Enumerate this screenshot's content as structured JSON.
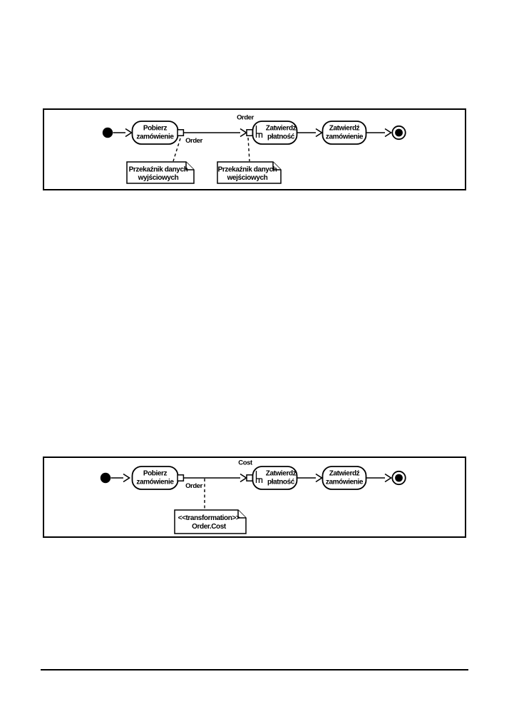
{
  "colors": {
    "ink": "#000000",
    "paper": "#ffffff"
  },
  "icons": {
    "initial_node": "filled-circle",
    "final_node": "bullseye-circle",
    "rake": "sub-activity-rake",
    "note": "dog-eared-note",
    "pin": "small-square-pin"
  },
  "diagram1": {
    "kind": "uml-activity-diagram-with-pins",
    "actions": [
      {
        "line1": "Pobierz",
        "line2": "zamówienie"
      },
      {
        "line1": "Zatwierdź",
        "line2": "płatność"
      },
      {
        "line1": "Zatwierdź",
        "line2": "zamówienie"
      }
    ],
    "output_pin_label": "Order",
    "input_pin_label": "Order",
    "notes": [
      {
        "line1": "Przekaźnik danych",
        "line2": "wyjściowych"
      },
      {
        "line1": "Przekaźnik danych",
        "line2": "wejściowych"
      }
    ]
  },
  "diagram2": {
    "kind": "uml-activity-diagram-with-transformation",
    "actions": [
      {
        "line1": "Pobierz",
        "line2": "zamówienie"
      },
      {
        "line1": "Zatwierdź",
        "line2": "płatność"
      },
      {
        "line1": "Zatwierdź",
        "line2": "zamówienie"
      }
    ],
    "output_pin_label": "Order",
    "input_pin_label": "Cost",
    "notes": [
      {
        "line1": "<<transformation>>",
        "line2": "Order.Cost"
      }
    ]
  }
}
